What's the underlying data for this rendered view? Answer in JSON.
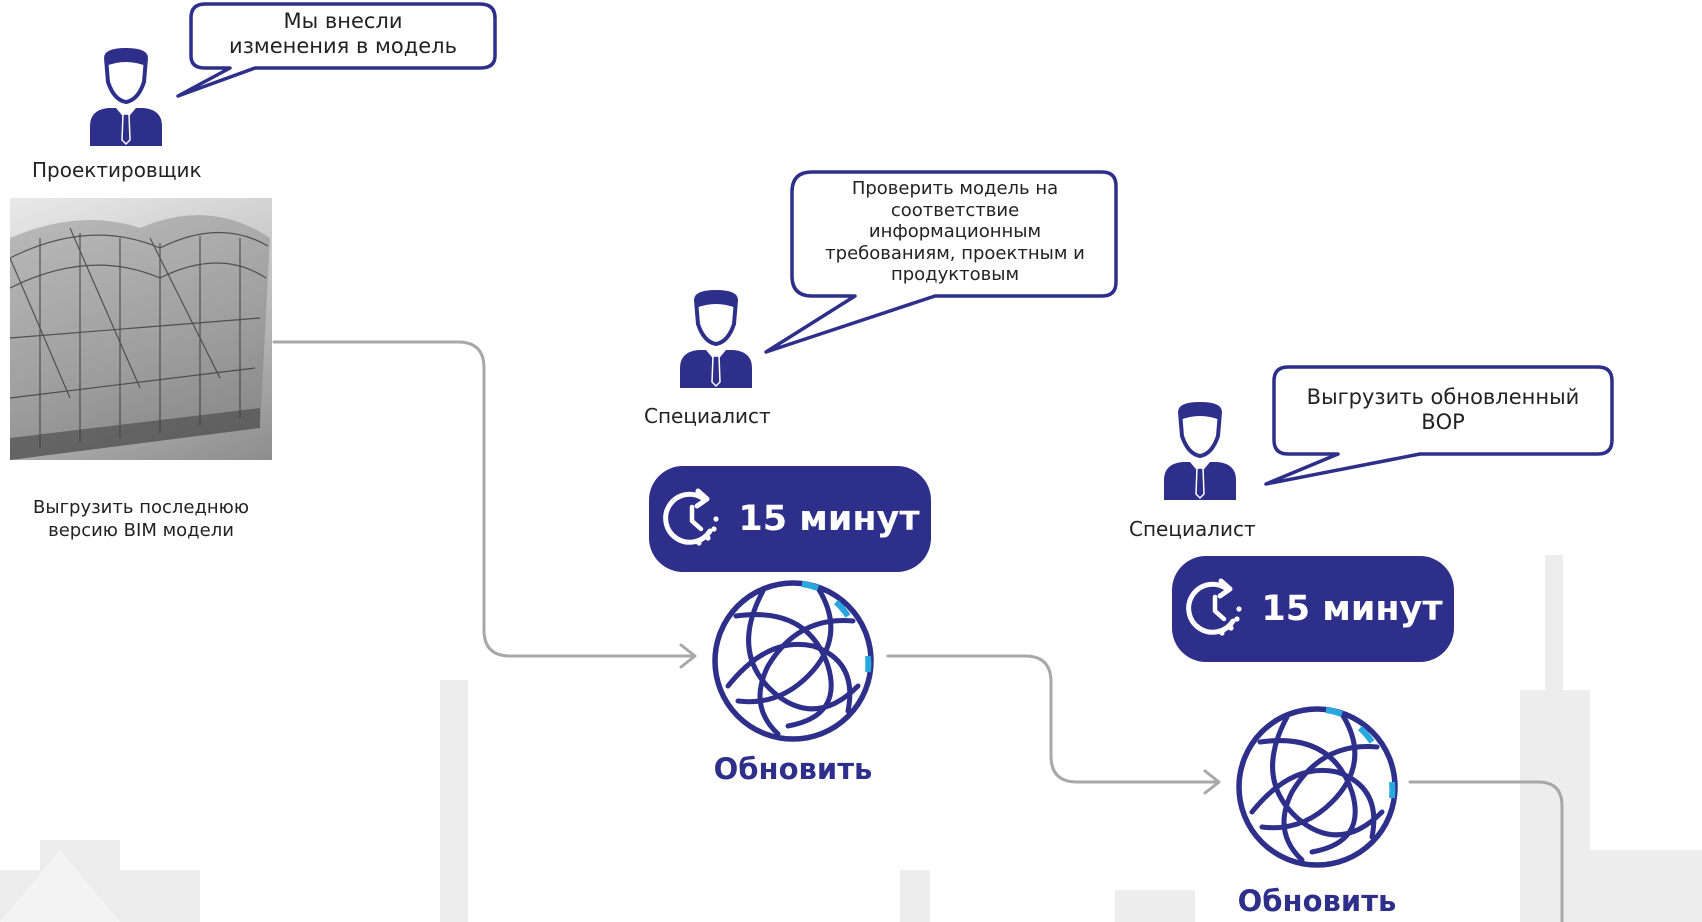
{
  "colors": {
    "brand": "#2e2f8a",
    "accent": "#29a8e0",
    "connector": "#a8a8a8",
    "bubble_border": "#2e2f8a"
  },
  "designer": {
    "role": "Проектировщик",
    "speech": [
      "Мы внесли",
      "изменения в модель"
    ],
    "icon": "person-icon"
  },
  "bim": {
    "caption": [
      "Выгрузить последнюю",
      "версию BIM модели"
    ],
    "icon": "bim-model-image"
  },
  "step1": {
    "role": "Специалист",
    "speech": [
      "Проверить модель на",
      "соответствие",
      "информационным",
      "требованиям, проектным и",
      "продуктовым"
    ],
    "duration": "15 минут",
    "action": "Обновить",
    "icons": [
      "clock-icon",
      "refresh-globe-icon"
    ]
  },
  "step2": {
    "role": "Специалист",
    "speech": [
      "Выгрузить обновленный",
      "ВОР"
    ],
    "duration": "15 минут",
    "action": "Обновить",
    "icons": [
      "clock-icon",
      "refresh-globe-icon"
    ]
  }
}
